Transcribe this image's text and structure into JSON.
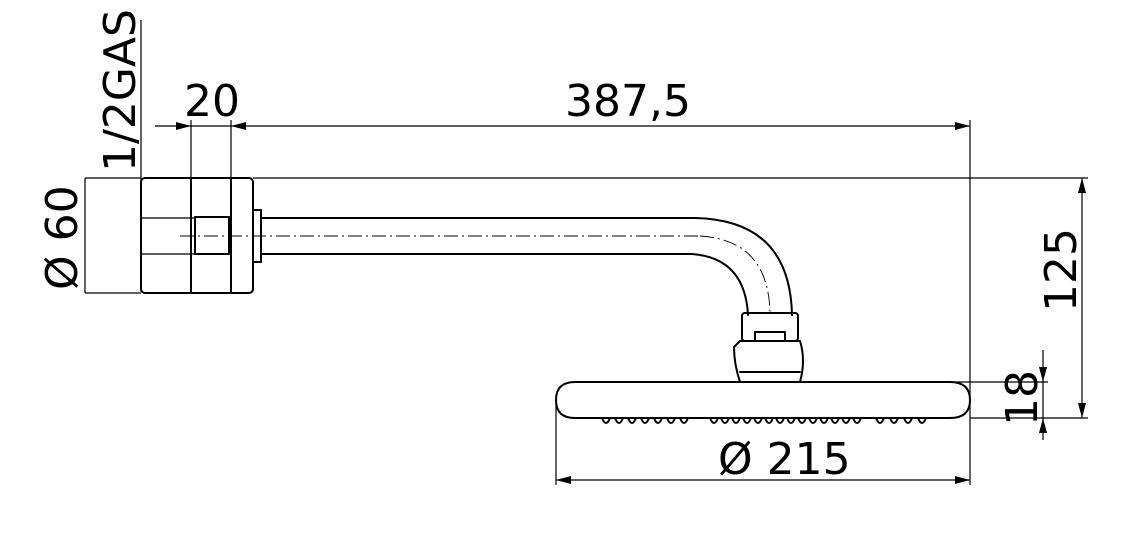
{
  "dimensions": {
    "thread": "1/2GAS",
    "wall_plate_depth": "20",
    "arm_length": "387,5",
    "wall_plate_diameter": "Ø 60",
    "drop_height": "125",
    "head_thickness": "18",
    "head_diameter": "Ø 215"
  },
  "colors": {
    "line": "#000000",
    "background": "#ffffff"
  }
}
